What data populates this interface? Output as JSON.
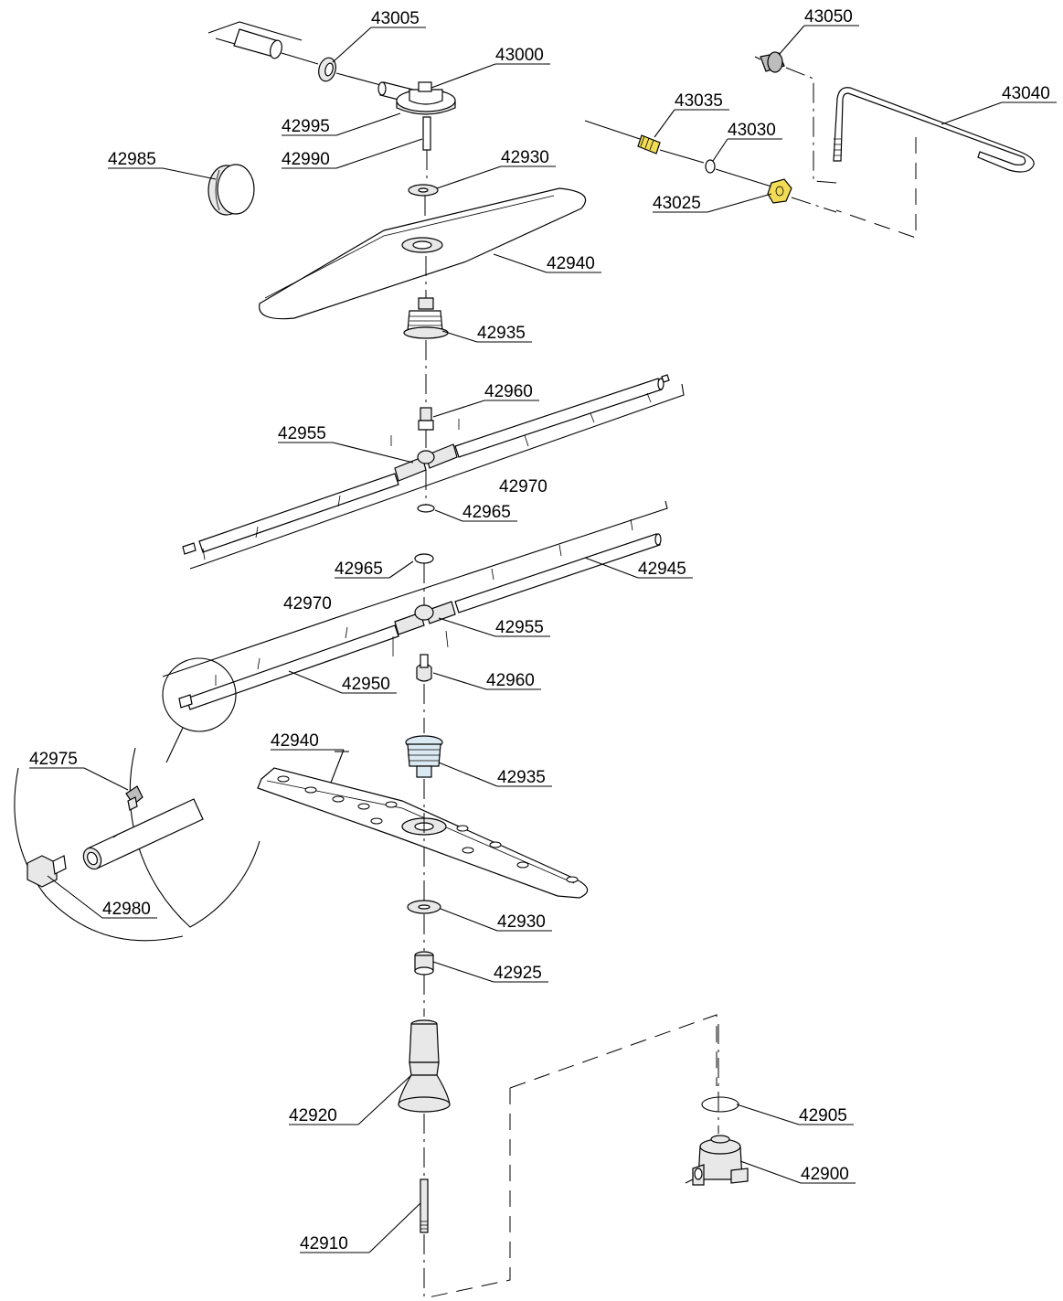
{
  "parts": [
    {
      "id": "p43005",
      "number": "43005"
    },
    {
      "id": "p43000",
      "number": "43000"
    },
    {
      "id": "p42995",
      "number": "42995"
    },
    {
      "id": "p42990",
      "number": "42990"
    },
    {
      "id": "p42985",
      "number": "42985"
    },
    {
      "id": "p42930a",
      "number": "42930"
    },
    {
      "id": "p42940a",
      "number": "42940"
    },
    {
      "id": "p42935a",
      "number": "42935"
    },
    {
      "id": "p43050",
      "number": "43050"
    },
    {
      "id": "p43040",
      "number": "43040"
    },
    {
      "id": "p43035",
      "number": "43035"
    },
    {
      "id": "p43030",
      "number": "43030"
    },
    {
      "id": "p43025",
      "number": "43025"
    },
    {
      "id": "p42960a",
      "number": "42960"
    },
    {
      "id": "p42955a",
      "number": "42955"
    },
    {
      "id": "p42970a",
      "number": "42970"
    },
    {
      "id": "p42965a",
      "number": "42965"
    },
    {
      "id": "p42965b",
      "number": "42965"
    },
    {
      "id": "p42945",
      "number": "42945"
    },
    {
      "id": "p42970b",
      "number": "42970"
    },
    {
      "id": "p42955b",
      "number": "42955"
    },
    {
      "id": "p42950",
      "number": "42950"
    },
    {
      "id": "p42960b",
      "number": "42960"
    },
    {
      "id": "p42975",
      "number": "42975"
    },
    {
      "id": "p42940b",
      "number": "42940"
    },
    {
      "id": "p42935b",
      "number": "42935"
    },
    {
      "id": "p42980",
      "number": "42980"
    },
    {
      "id": "p42930b",
      "number": "42930"
    },
    {
      "id": "p42925",
      "number": "42925"
    },
    {
      "id": "p42920",
      "number": "42920"
    },
    {
      "id": "p42905",
      "number": "42905"
    },
    {
      "id": "p42900",
      "number": "42900"
    },
    {
      "id": "p42910",
      "number": "42910"
    }
  ],
  "colors": {
    "line": "#000000",
    "brass": "#f2dc55",
    "grey": "#bdbdbd",
    "light": "#e8e8e8"
  }
}
